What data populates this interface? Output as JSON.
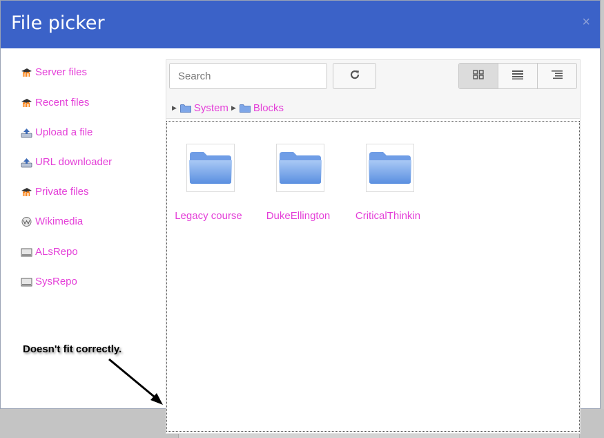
{
  "dialog": {
    "title": "File picker",
    "close_label": "×"
  },
  "repositories": [
    {
      "label": "Server files",
      "icon": "moodle-icon"
    },
    {
      "label": "Recent files",
      "icon": "moodle-icon"
    },
    {
      "label": "Upload a file",
      "icon": "upload-icon"
    },
    {
      "label": "URL downloader",
      "icon": "upload-icon"
    },
    {
      "label": "Private files",
      "icon": "moodle-icon"
    },
    {
      "label": "Wikimedia",
      "icon": "wikimedia-icon"
    },
    {
      "label": "ALsRepo",
      "icon": "repo-icon"
    },
    {
      "label": "SysRepo",
      "icon": "repo-icon"
    }
  ],
  "toolbar": {
    "search_placeholder": "Search",
    "refresh_icon": "refresh-icon",
    "views": [
      "icons-view-icon",
      "list-view-icon",
      "tree-view-icon"
    ],
    "active_view": "icons-view-icon"
  },
  "breadcrumb": [
    "System",
    "Blocks"
  ],
  "folders": [
    {
      "label": "Legacy course"
    },
    {
      "label": "DukeEllington"
    },
    {
      "label": "CriticalThinkin"
    }
  ],
  "annotation": {
    "text": "Doesn't fit correctly."
  },
  "colors": {
    "header": "#3b62c8",
    "link": "#e43fd8"
  }
}
